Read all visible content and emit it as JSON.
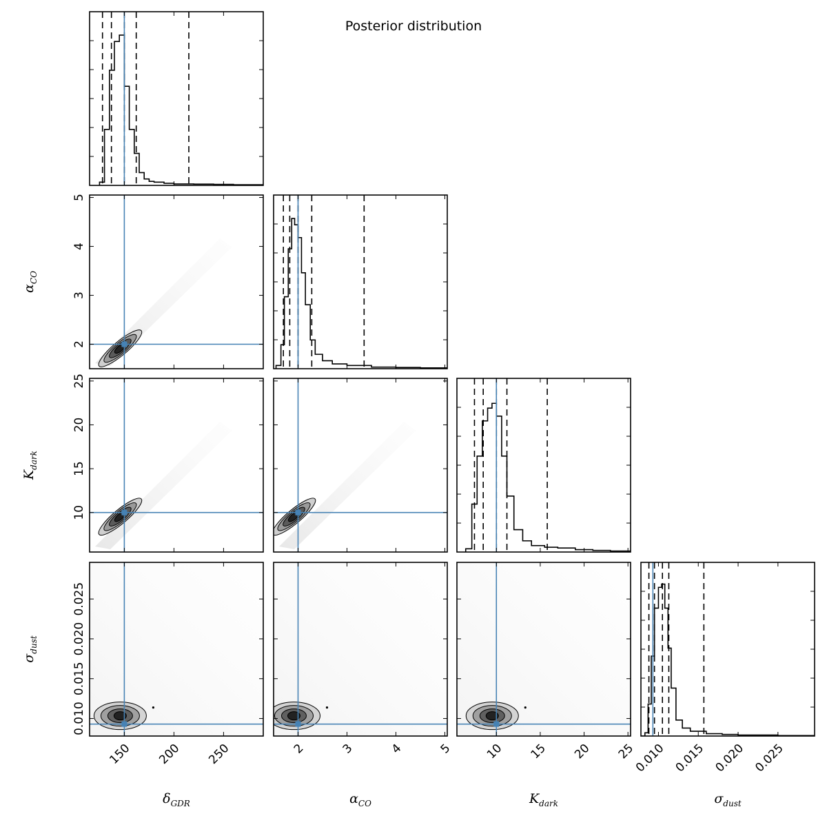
{
  "chart_data": {
    "type": "corner",
    "title": "Posterior distribution",
    "truth_color": "#4682b4",
    "parameters": [
      {
        "key": "gdr",
        "symbol": "δ",
        "sub": "GDR",
        "range": [
          115,
          290
        ],
        "ticks": [
          150,
          200,
          250
        ],
        "tick_labels": [
          "150",
          "200",
          "250"
        ],
        "truth": 150,
        "quantiles": [
          128,
          137,
          150,
          162,
          215
        ]
      },
      {
        "key": "aco",
        "symbol": "α",
        "sub": "CO",
        "range": [
          1.5,
          5.05
        ],
        "ticks": [
          2,
          3,
          4,
          5
        ],
        "tick_labels": [
          "2",
          "3",
          "4",
          "5"
        ],
        "truth": 2,
        "quantiles": [
          1.7,
          1.83,
          2,
          2.28,
          3.35
        ]
      },
      {
        "key": "kdark",
        "symbol": "K",
        "sub": "dark",
        "range": [
          5.5,
          25.3
        ],
        "ticks": [
          10,
          15,
          20,
          25
        ],
        "tick_labels": [
          "10",
          "15",
          "20",
          "25"
        ],
        "truth": 10,
        "quantiles": [
          7.5,
          8.5,
          10,
          11.2,
          15.8
        ]
      },
      {
        "key": "sdust",
        "symbol": "σ",
        "sub": "dust",
        "range": [
          0.0078,
          0.0296
        ],
        "ticks": [
          0.01,
          0.015,
          0.02,
          0.025
        ],
        "tick_labels": [
          "0.010",
          "0.015",
          "0.020",
          "0.025"
        ],
        "truth": 0.0093,
        "quantiles": [
          0.0088,
          0.0095,
          0.0105,
          0.0113,
          0.0157
        ]
      }
    ],
    "marginals": [
      {
        "param": "gdr",
        "x": [
          125,
          130,
          135,
          140,
          145,
          150,
          155,
          160,
          165,
          170,
          175,
          180,
          190,
          200,
          220,
          240,
          260,
          290
        ],
        "y": [
          0.02,
          0.35,
          0.72,
          0.9,
          0.94,
          0.62,
          0.35,
          0.2,
          0.08,
          0.04,
          0.025,
          0.02,
          0.013,
          0.009,
          0.008,
          0.006,
          0.004,
          0.003
        ]
      },
      {
        "param": "aco",
        "x": [
          1.55,
          1.65,
          1.72,
          1.8,
          1.87,
          1.93,
          2.0,
          2.07,
          2.15,
          2.25,
          2.35,
          2.5,
          2.7,
          3.0,
          3.5,
          4.0,
          4.5,
          5.05
        ],
        "y": [
          0.02,
          0.15,
          0.45,
          0.75,
          0.94,
          0.9,
          0.82,
          0.6,
          0.4,
          0.18,
          0.09,
          0.05,
          0.03,
          0.02,
          0.01,
          0.008,
          0.005,
          0.003
        ]
      },
      {
        "param": "kdark",
        "x": [
          6.5,
          7.2,
          7.8,
          8.4,
          9.0,
          9.5,
          10.0,
          10.6,
          11.2,
          12,
          13,
          14,
          15.5,
          17,
          19,
          21,
          23,
          25.3
        ],
        "y": [
          0.02,
          0.3,
          0.6,
          0.82,
          0.9,
          0.93,
          0.85,
          0.6,
          0.35,
          0.14,
          0.07,
          0.04,
          0.03,
          0.025,
          0.015,
          0.01,
          0.006,
          0.004
        ]
      },
      {
        "param": "sdust",
        "x": [
          0.0078,
          0.0083,
          0.0087,
          0.0091,
          0.0095,
          0.01,
          0.0104,
          0.0108,
          0.0112,
          0.0116,
          0.0122,
          0.013,
          0.014,
          0.016,
          0.018,
          0.02,
          0.025,
          0.0296
        ],
        "y": [
          0.0,
          0.02,
          0.2,
          0.5,
          0.8,
          0.93,
          0.95,
          0.8,
          0.55,
          0.3,
          0.1,
          0.05,
          0.03,
          0.015,
          0.01,
          0.006,
          0.003,
          0.002
        ]
      }
    ]
  }
}
